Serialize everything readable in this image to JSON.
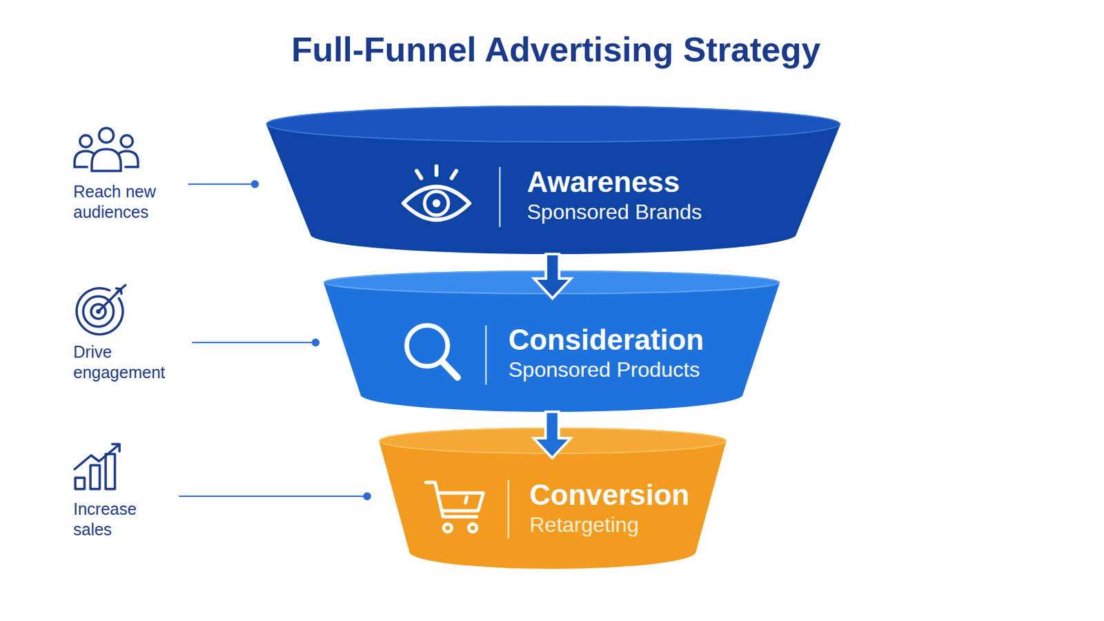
{
  "diagram": {
    "title": "Full-Funnel Advertising Strategy",
    "nodes": [
      {
        "text": [
          "Awareness",
          "Sponsored Brands"
        ]
      },
      {
        "text": [
          "Consideration",
          "Sponsored Products"
        ]
      },
      {
        "text": [
          "Conversion",
          "Retargeting"
        ]
      }
    ],
    "edges": [
      {
        "from": 0,
        "to": 1,
        "arrow": "to"
      },
      {
        "from": 1,
        "to": 2,
        "arrow": "to"
      }
    ],
    "labels": [
      "Reach new audiences",
      "Drive engagement",
      "Increase sales"
    ]
  }
}
